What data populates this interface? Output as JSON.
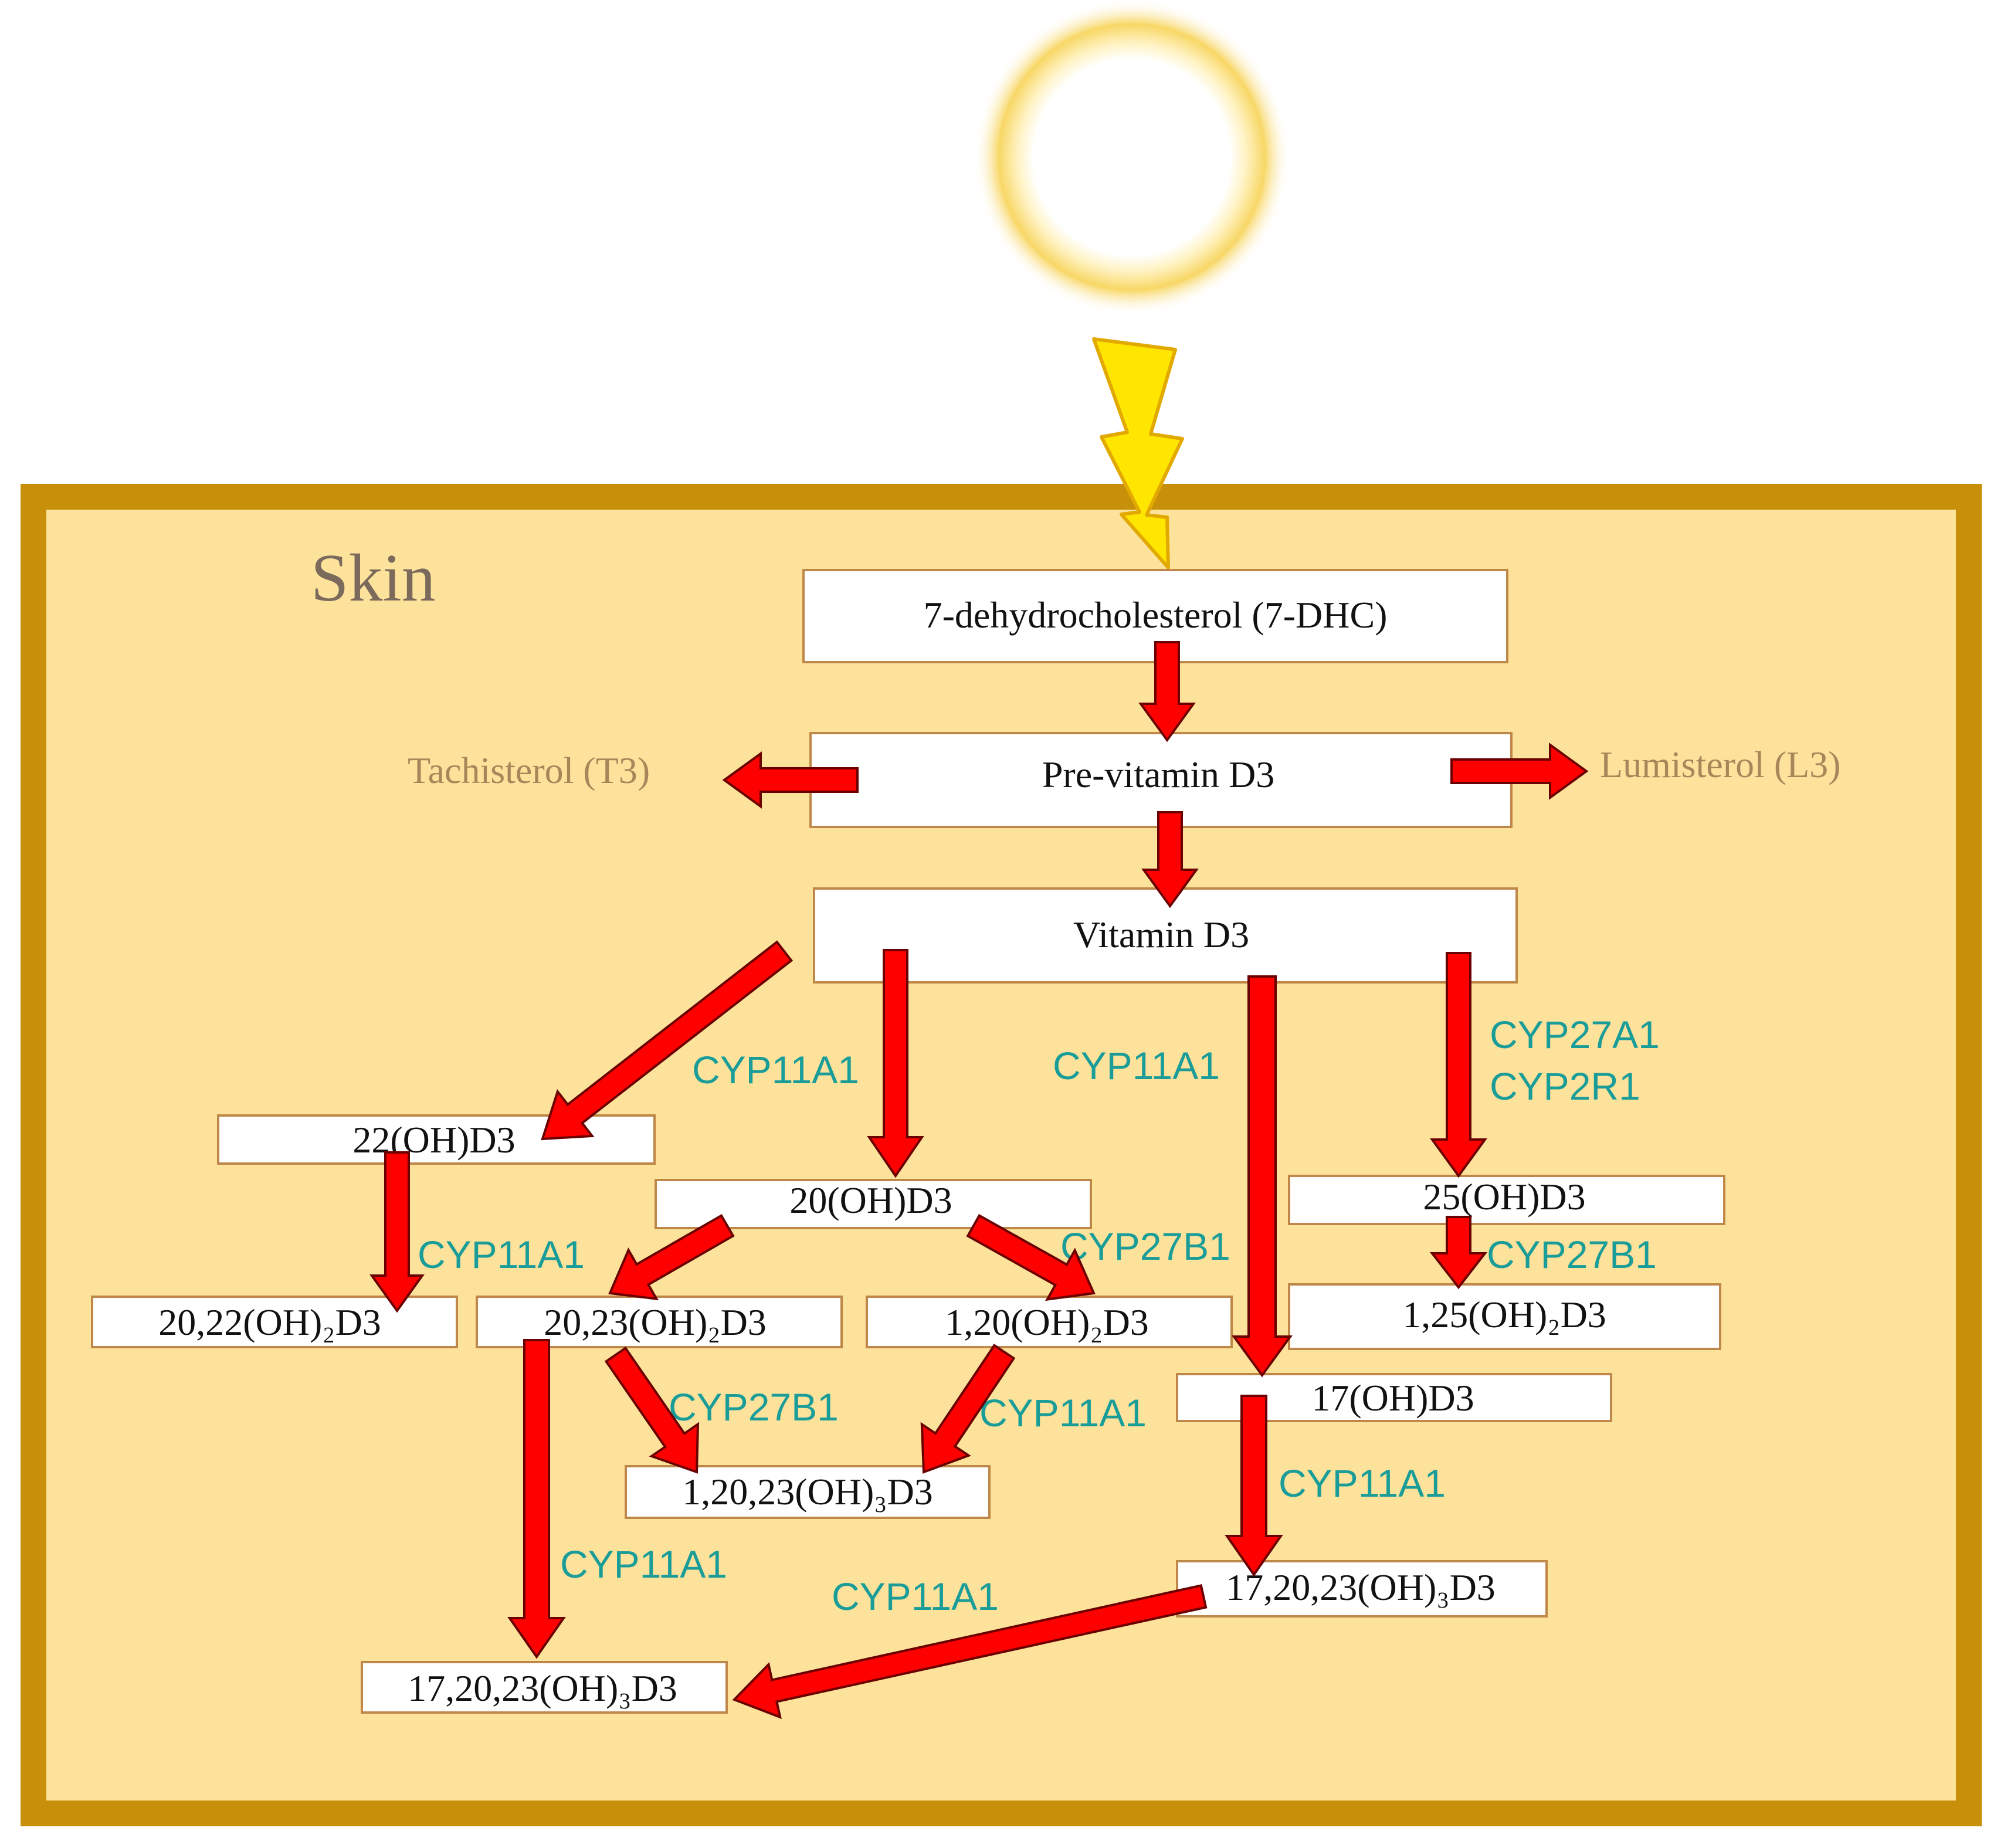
{
  "region_label": "Skin",
  "compounds": {
    "dhc": "7-dehydrocholesterol (7-DHC)",
    "previtamin": "Pre-vitamin D3",
    "vitamin": "Vitamin D3",
    "oh22": "22(OH)D3",
    "oh20": "20(OH)D3",
    "oh25": "25(OH)D3",
    "oh20_22": "20,22(OH)₂D3",
    "oh20_23": "20,23(OH)₂D3",
    "oh1_20": "1,20(OH)₂D3",
    "oh1_25": "1,25(OH)₂D3",
    "oh17": "17(OH)D3",
    "oh1_20_23": "1,20,23(OH)₃D3",
    "oh17_20_23_right": "17,20,23(OH)₃D3",
    "oh17_20_23_left": "17,20,23(OH)₃D3"
  },
  "side_products": {
    "tachisterol": "Tachisterol (T3)",
    "lumisterol": "Lumisterol (L3)"
  },
  "enzymes": {
    "cyp11a1_a": "CYP11A1",
    "cyp11a1_b": "CYP11A1",
    "cyp27a1": "CYP27A1",
    "cyp2r1": "CYP2R1",
    "cyp11a1_c": "CYP11A1",
    "cyp27b1_a": "CYP27B1",
    "cyp27b1_b": "CYP27B1",
    "cyp27b1_c": "CYP27B1",
    "cyp11a1_d": "CYP11A1",
    "cyp11a1_e": "CYP11A1",
    "cyp11a1_f": "CYP11A1",
    "cyp11a1_g": "CYP11A1"
  },
  "icons": [
    "sun-icon",
    "lightning-bolt-icon"
  ],
  "colors": {
    "skin_fill": "#fde29b",
    "skin_border": "#c8900a",
    "arrow": "#ff0000",
    "enzyme_text": "#1a9d99",
    "side_text": "#a8865a"
  }
}
